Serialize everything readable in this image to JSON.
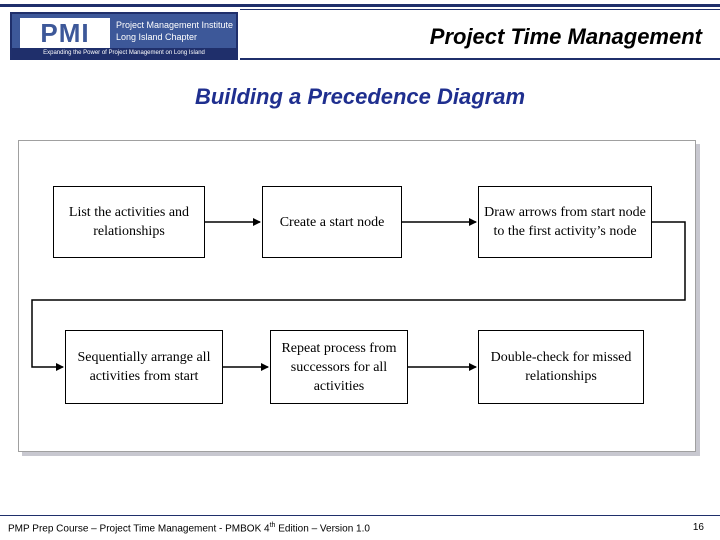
{
  "header": {
    "title": "Project Time Management",
    "logo": {
      "letters": "PMI",
      "org_line1": "Project Management Institute",
      "org_line2": "Long Island Chapter",
      "tagline": "Expanding the Power of Project Management on Long Island"
    }
  },
  "slide_title": "Building a Precedence Diagram",
  "nodes": [
    {
      "label": "List the activities and relationships"
    },
    {
      "label": "Create a start node"
    },
    {
      "label": "Draw arrows from start node to the first activity’s node"
    },
    {
      "label": "Sequentially arrange all activities from start"
    },
    {
      "label": "Repeat process from successors for all activities"
    },
    {
      "label": "Double-check for missed relationships"
    }
  ],
  "footer": {
    "text_before": "PMP Prep Course – Project Time Management - PMBOK 4",
    "text_sup": "th",
    "text_after": " Edition – Version 1.0",
    "page_number": "16"
  },
  "colors": {
    "navy": "#1f2f6b",
    "title_blue": "#1f2f8f",
    "logo_blue": "#3d5899"
  }
}
